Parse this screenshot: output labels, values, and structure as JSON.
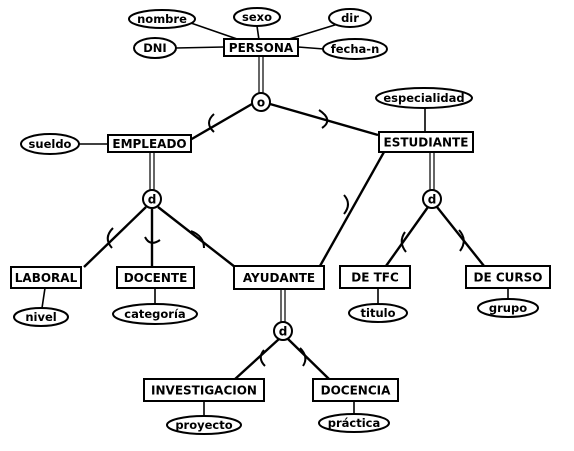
{
  "diagram": {
    "entities": {
      "persona": "PERSONA",
      "empleado": "EMPLEADO",
      "estudiante": "ESTUDIANTE",
      "laboral": "LABORAL",
      "docente": "DOCENTE",
      "ayudante": "AYUDANTE",
      "de_tfc": "DE TFC",
      "de_curso": "DE CURSO",
      "investigacion": "INVESTIGACION",
      "docencia": "DOCENCIA"
    },
    "attributes": {
      "nombre": "nombre",
      "sexo": "sexo",
      "dir": "dir",
      "dni": "DNI",
      "fecha_n": "fecha-n",
      "especialidad": "especialidad",
      "sueldo": "sueldo",
      "nivel": "nivel",
      "categoria": "categoría",
      "titulo": "titulo",
      "grupo": "grupo",
      "proyecto": "proyecto",
      "practica": "práctica"
    },
    "specializations": {
      "overlap_persona": "o",
      "disjoint_empleado": "d",
      "disjoint_estudiante": "d",
      "disjoint_ayudante": "d"
    }
  }
}
